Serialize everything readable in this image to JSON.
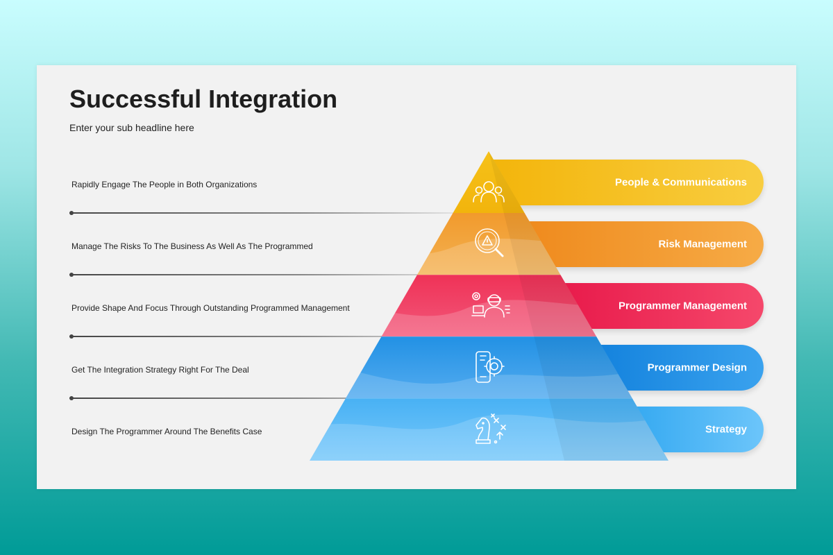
{
  "title": "Successful Integration",
  "subtitle": "Enter your sub headline here",
  "levels": [
    {
      "label": "People & Communications",
      "description": "Rapidly Engage The People in Both Organizations",
      "icon": "team-people-icon",
      "color_start": "#f3b50b",
      "color_end": "#f8cd40"
    },
    {
      "label": "Risk Management",
      "description": "Manage The Risks To The Business As Well As The Programmed",
      "icon": "risk-warning-magnifier-icon",
      "color_start": "#ef8a1d",
      "color_end": "#f6ab46"
    },
    {
      "label": "Programmer Management",
      "description": "Provide Shape And Focus Through Outstanding Programmed Management",
      "icon": "programmer-gear-icon",
      "color_start": "#e8194a",
      "color_end": "#f5486b"
    },
    {
      "label": "Programmer Design",
      "description": "Get The Integration Strategy Right For The Deal",
      "icon": "mobile-app-gear-icon",
      "color_start": "#1180dc",
      "color_end": "#3aa2ee"
    },
    {
      "label": "Strategy",
      "description": "Design The Programmer Around The Benefits Case",
      "icon": "chess-knight-strategy-icon",
      "color_start": "#2fa6f0",
      "color_end": "#6cc5fa"
    }
  ]
}
